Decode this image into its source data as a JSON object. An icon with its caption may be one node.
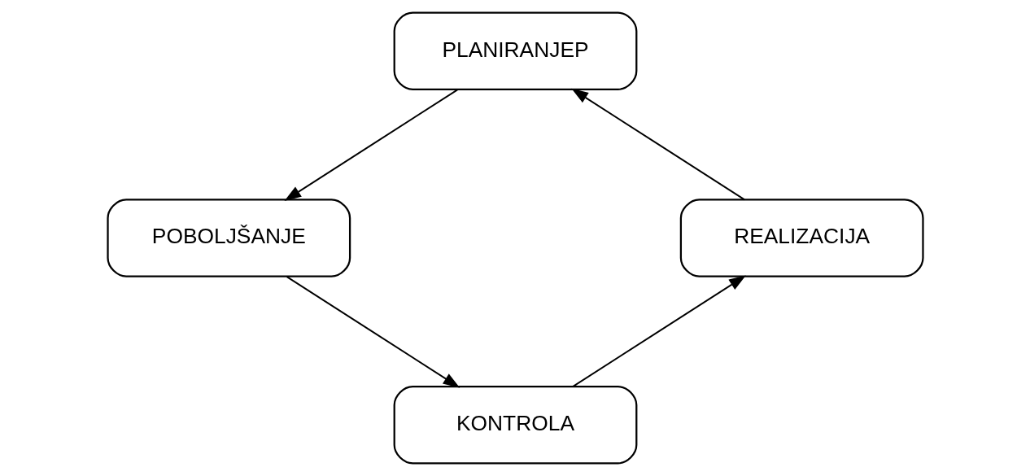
{
  "diagram": {
    "nodes": [
      {
        "text": [
          "PLANIRANJEP"
        ]
      },
      {
        "text": [
          "POBOLJŠANJE"
        ]
      },
      {
        "text": [
          "REALIZACIJA"
        ]
      },
      {
        "text": [
          "KONTROLA"
        ]
      }
    ],
    "edges": [
      {
        "from": 0,
        "to": 1,
        "arrow": "to"
      },
      {
        "from": 1,
        "to": 3,
        "arrow": "to"
      },
      {
        "from": 3,
        "to": 2,
        "arrow": "to"
      },
      {
        "from": 2,
        "to": 0,
        "arrow": "to"
      }
    ]
  }
}
